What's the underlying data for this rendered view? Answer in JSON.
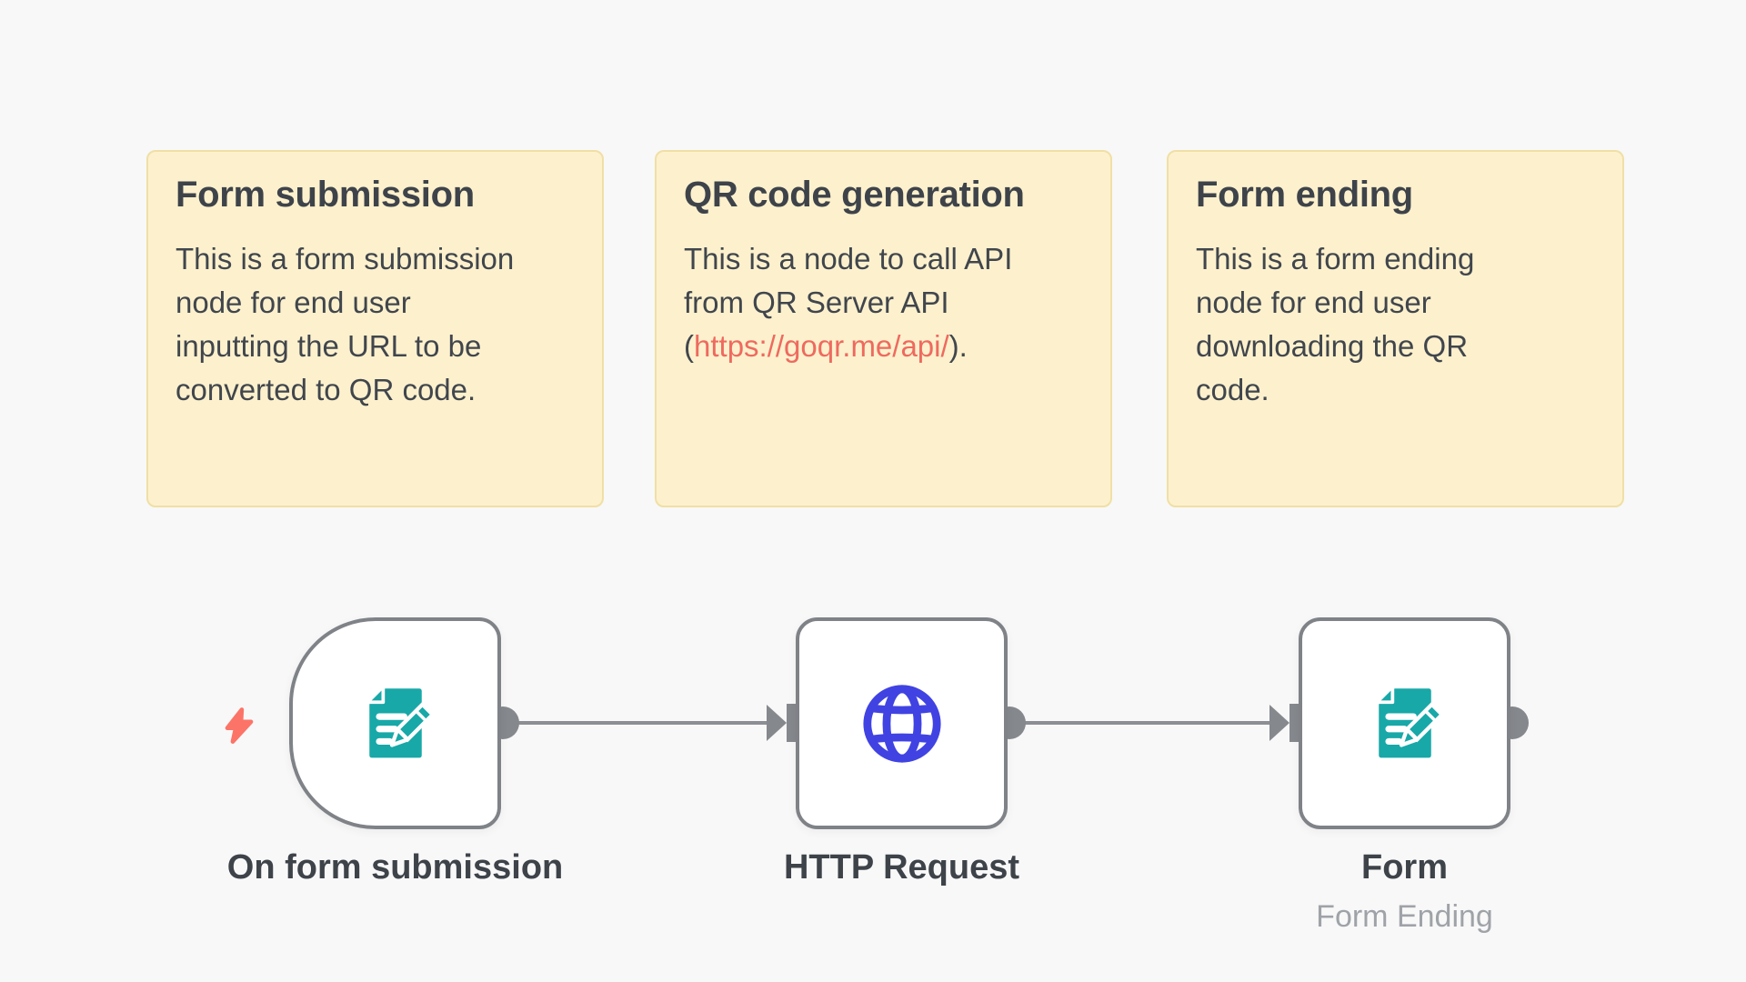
{
  "sticky_notes": [
    {
      "title": "Form submission",
      "body": "This is a form submission\nnode for end user\ninputting the URL to be\nconverted to QR code."
    },
    {
      "title": "QR code generation",
      "body_prefix": "This is a node to call API\nfrom QR Server API\n(",
      "link_text": "https://goqr.me/api/",
      "body_suffix": ")."
    },
    {
      "title": "Form ending",
      "body": "This is a form ending\nnode for end user\ndownloading the QR\ncode."
    }
  ],
  "nodes": [
    {
      "label": "On form submission",
      "kind": "form-trigger",
      "icon": "form-pencil-icon"
    },
    {
      "label": "HTTP Request",
      "kind": "http-request",
      "icon": "globe-icon"
    },
    {
      "label": "Form",
      "sublabel": "Form Ending",
      "kind": "form",
      "icon": "form-pencil-icon"
    }
  ],
  "colors": {
    "canvas_bg": "#f8f8f8",
    "sticky_bg": "#fdf1cd",
    "sticky_border": "#f0dfa6",
    "text": "#40454c",
    "link": "#ee6a5f",
    "node_border": "#7f8287",
    "connector_gray": "#85888d",
    "form_teal": "#18a8a8",
    "globe_blue": "#4043e2",
    "trigger_bolt": "#fc7468",
    "sublabel_gray": "#9fa3a8"
  }
}
